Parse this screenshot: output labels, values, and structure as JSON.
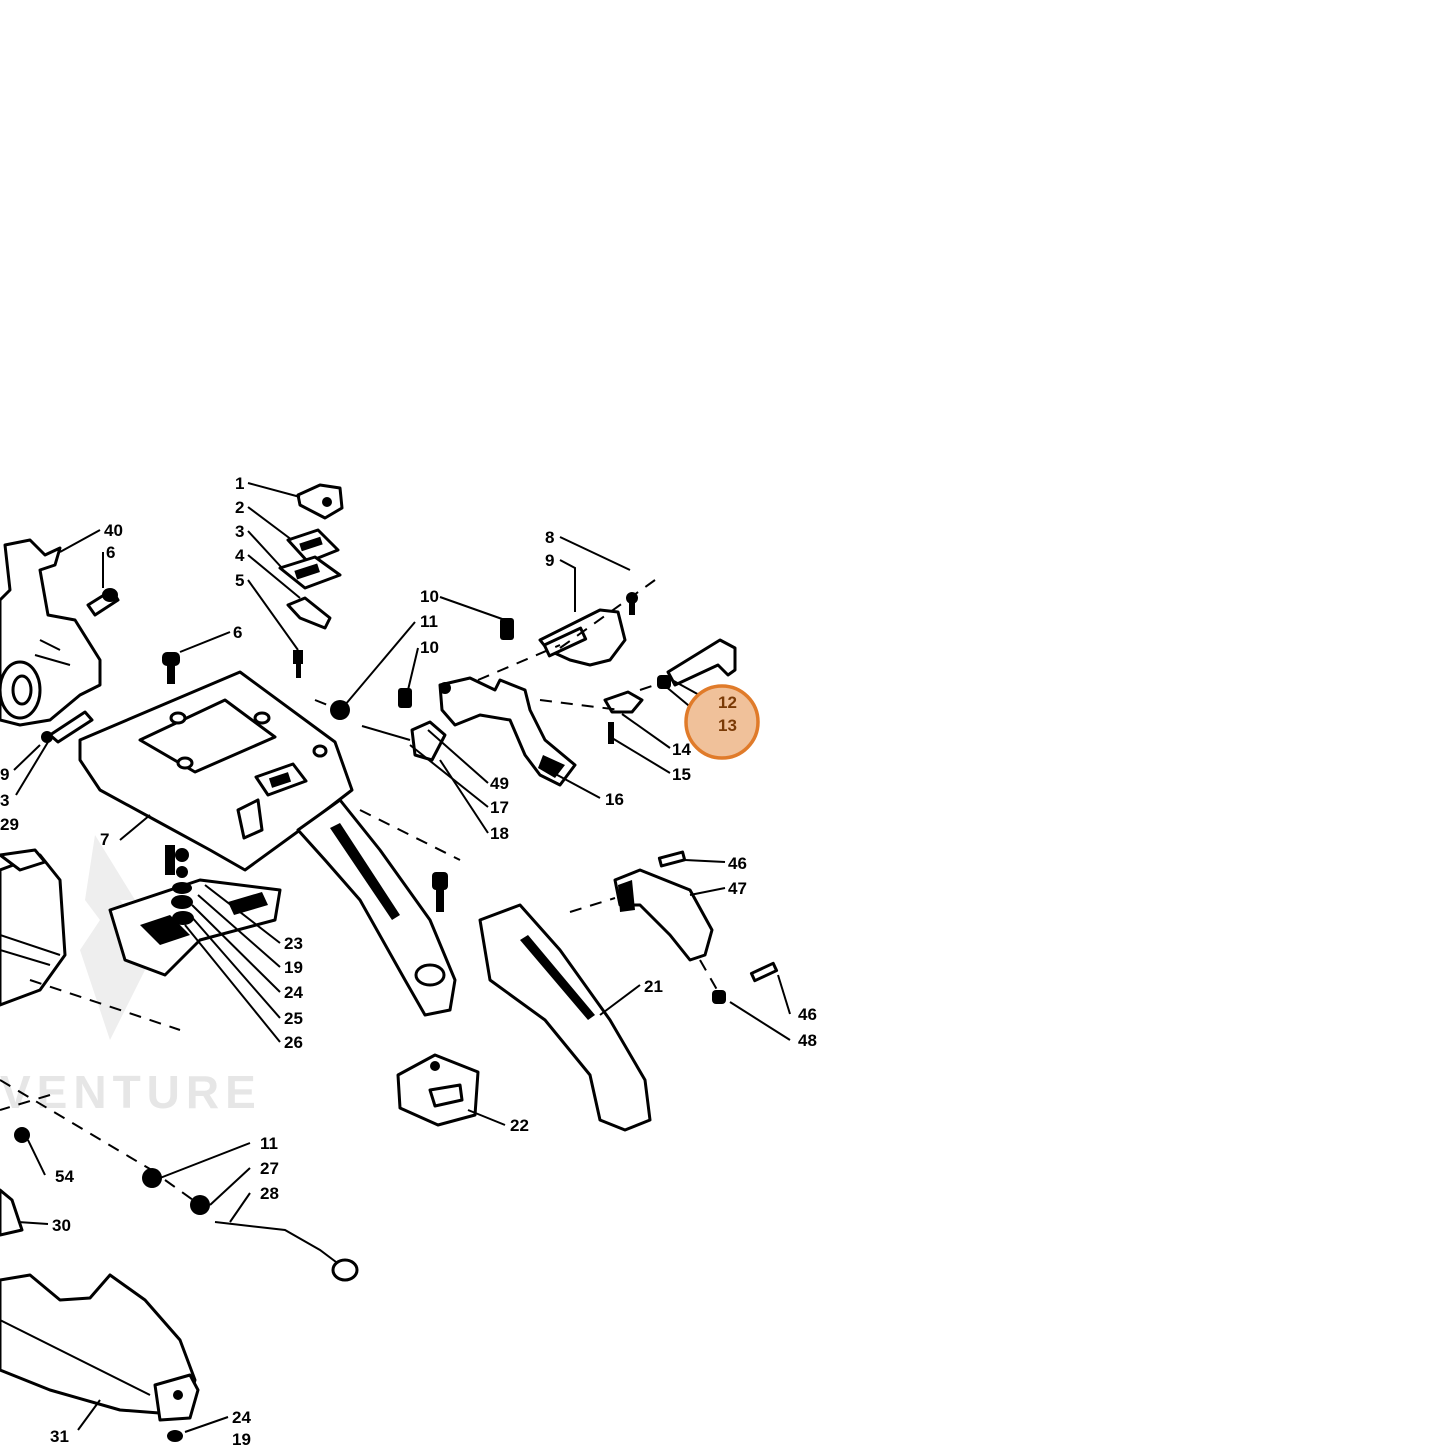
{
  "highlight": {
    "color": "#e07b2a",
    "fill": "#f0c19a",
    "marker": "highlight-circle"
  },
  "watermark": {
    "text": "VENTURE"
  },
  "labels": {
    "l1": "1",
    "l2": "2",
    "l3": "3",
    "l4": "4",
    "l5": "5",
    "l6a": "6",
    "l6b": "6",
    "l40": "40",
    "l7": "7",
    "l8": "8",
    "l9": "9",
    "l10a": "10",
    "l10b": "10",
    "l11a": "11",
    "l11b": "11",
    "l12": "12",
    "l13": "13",
    "l14": "14",
    "l15": "15",
    "l16": "16",
    "l17": "17",
    "l18": "18",
    "l49": "49",
    "l9b": "9",
    "l3b": "3",
    "l29": "29",
    "l23": "23",
    "l19a": "19",
    "l24a": "24",
    "l25": "25",
    "l26": "26",
    "l21": "21",
    "l22": "22",
    "l46a": "46",
    "l47": "47",
    "l46b": "46",
    "l48": "48",
    "l27": "27",
    "l28": "28",
    "l54": "54",
    "l30": "30",
    "l31": "31",
    "l24b": "24",
    "l19b": "19"
  }
}
